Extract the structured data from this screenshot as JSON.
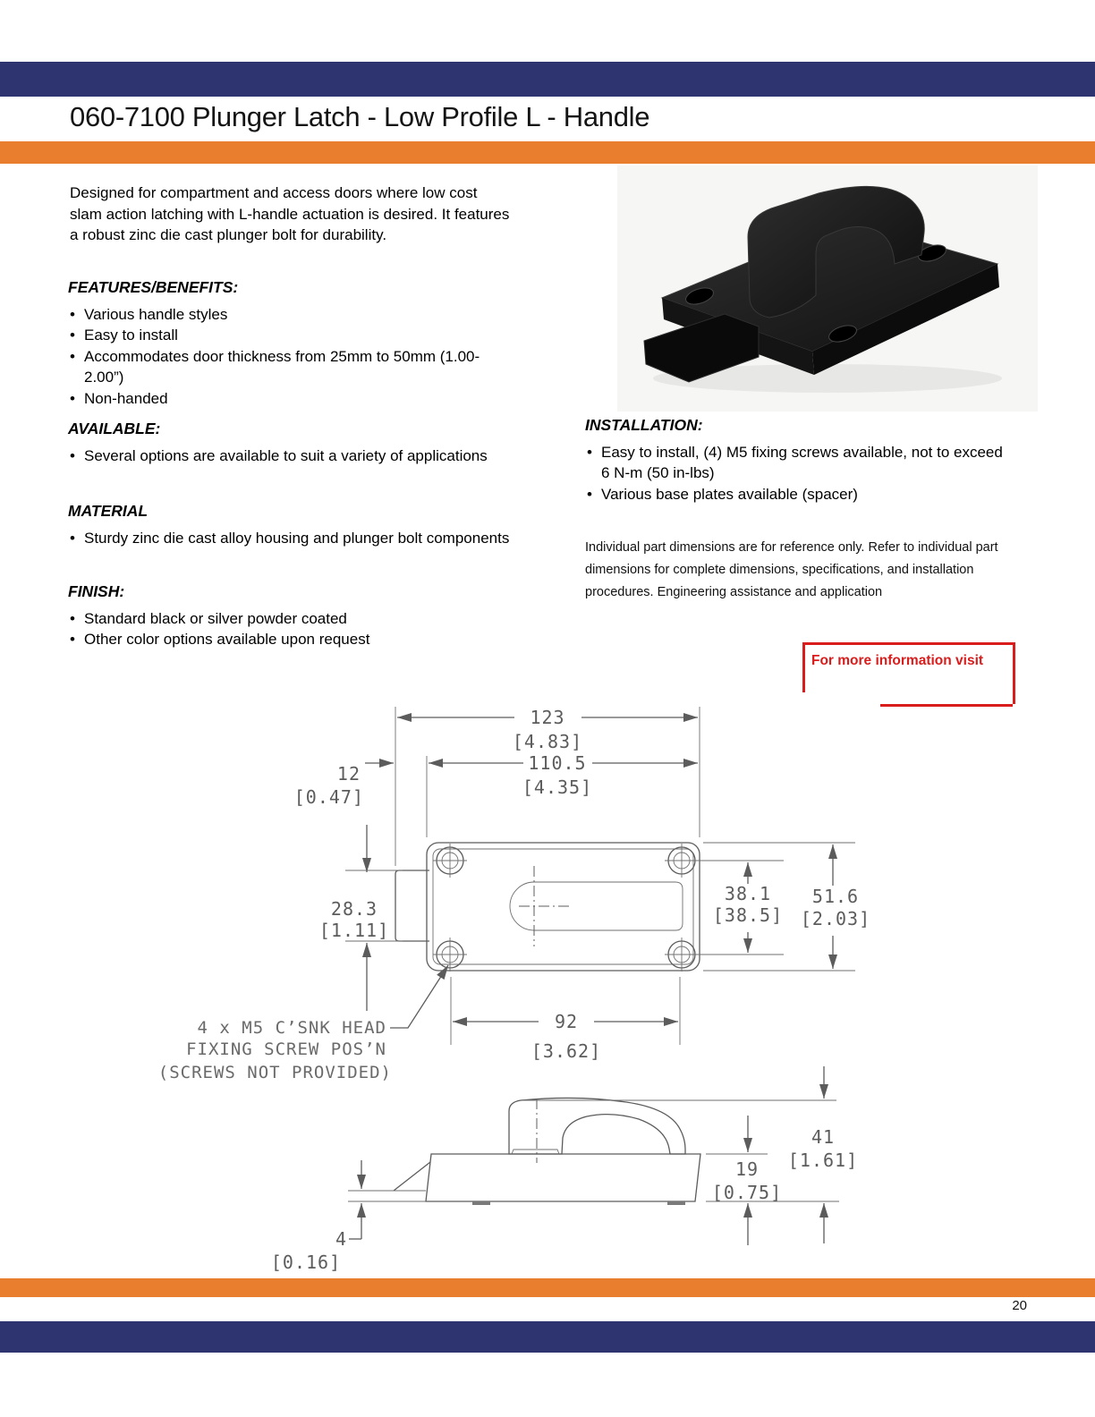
{
  "header": {
    "title": "060-7100 Plunger Latch - Low Profile L - Handle"
  },
  "colors": {
    "navy": "#2d3470",
    "orange": "#e87e2e",
    "red": "#d91c1c",
    "drawing_gray": "#5c5c5c"
  },
  "intro": "Designed for compartment and access doors where low cost slam action latching with L-handle actuation is desired. It features a robust zinc die cast plunger bolt for durability.",
  "sections": {
    "features": {
      "heading": "FEATURES/BENEFITS:",
      "items": [
        "Various handle styles",
        "Easy to install",
        "Accommodates door thickness from 25mm to 50mm (1.00-2.00”)",
        "Non-handed"
      ]
    },
    "available": {
      "heading": "AVAILABLE:",
      "items": [
        "Several options are available to suit a variety of applications"
      ]
    },
    "material": {
      "heading": "MATERIAL",
      "items": [
        "Sturdy zinc die cast alloy housing and plunger bolt components"
      ]
    },
    "finish": {
      "heading": "FINISH:",
      "items": [
        "Standard black or silver powder coated",
        "Other color options available upon request"
      ]
    },
    "installation": {
      "heading": "INSTALLATION:",
      "items": [
        "Easy to install, (4) M5 fixing screws available, not to exceed 6 N-m (50 in-lbs)",
        "Various base plates available (spacer)"
      ]
    }
  },
  "disclaimer": "Individual part dimensions are for reference only. Refer to individual part dimensions for complete dimensions, specifications, and installation procedures. Engineering assistance and application",
  "info_box": {
    "text": "For more information visit"
  },
  "page": {
    "number": "20"
  },
  "drawing": {
    "dims": {
      "overall_length": {
        "mm": "123",
        "in": "[4.83]"
      },
      "body_length": {
        "mm": "110.5",
        "in": "[4.35]"
      },
      "bolt_projection": {
        "mm": "12",
        "in": "[0.47]"
      },
      "bolt_height": {
        "mm": "28.3",
        "in": "[1.11]"
      },
      "hole_spacing_vertical": {
        "mm": "38.1",
        "in": "[38.5]"
      },
      "body_width": {
        "mm": "51.6",
        "in": "[2.03]"
      },
      "hole_spacing_horizontal": {
        "mm": "92",
        "in": "[3.62]"
      },
      "overall_height": {
        "mm": "41",
        "in": "[1.61]"
      },
      "base_height": {
        "mm": "19",
        "in": "[0.75]"
      },
      "plate_thickness": {
        "mm": "4",
        "in": "[0.16]"
      }
    },
    "note_lines": [
      "4 x M5 C’SNK HEAD",
      "FIXING SCREW POS’N",
      "(SCREWS NOT PROVIDED)"
    ]
  }
}
